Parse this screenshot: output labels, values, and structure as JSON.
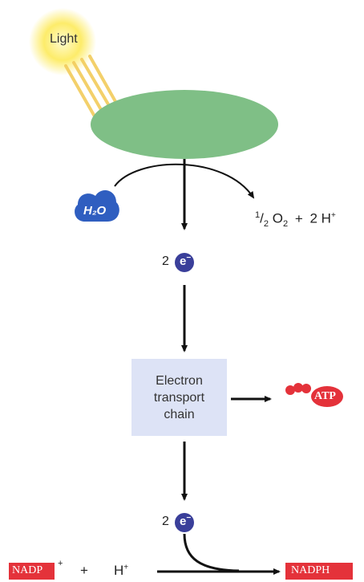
{
  "light": {
    "label": "Light"
  },
  "water": {
    "label": "H₂O"
  },
  "oxygen": {
    "fraction_num": "1",
    "fraction_den": "2",
    "o2": "O",
    "o2_sub": "2",
    "plus": "+",
    "protons": "2 H",
    "protons_sup": "+"
  },
  "electrons_1": {
    "count": "2",
    "symbol": "e",
    "charge": "−"
  },
  "electrons_2": {
    "count": "2",
    "symbol": "e",
    "charge": "−"
  },
  "etc": {
    "line1": "Electron",
    "line2": "transport",
    "line3": "chain"
  },
  "atp": {
    "label": "ATP"
  },
  "reactants": {
    "nadp": "NADP",
    "nadp_sup": "+",
    "plus": "+",
    "h": "H",
    "h_sup": "+"
  },
  "product": {
    "label": "NADPH"
  },
  "colors": {
    "membrane": "#7fbf86",
    "water": "#2f5ec0",
    "electron": "#3a3f9a",
    "etc_box": "#dde3f6",
    "atp": "#e4323a",
    "nadp_box": "#e4323a",
    "light_glow": "#fde95a",
    "light_beam": "#f4d56a",
    "arrow": "#111111"
  }
}
